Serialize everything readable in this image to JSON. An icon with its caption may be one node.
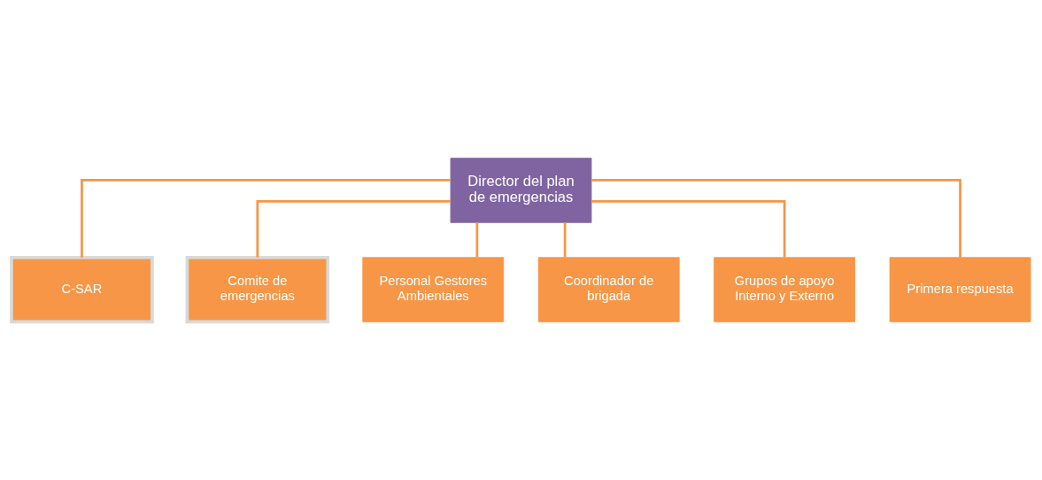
{
  "diagram": {
    "nodes": [
      {
        "text": [
          "Director del plan de emergencias"
        ]
      },
      {
        "text": [
          "C-SAR"
        ]
      },
      {
        "text": [
          "Comite de emergencias"
        ]
      },
      {
        "text": [
          "Personal Gestores Ambientales"
        ]
      },
      {
        "text": [
          "Coordinador de brigada"
        ]
      },
      {
        "text": [
          "Grupos de apoyo Interno y Externo"
        ]
      },
      {
        "text": [
          "Primera respuesta"
        ]
      }
    ],
    "edges": [
      {
        "from": 0,
        "to": 1,
        "arrow": "none"
      },
      {
        "from": 0,
        "to": 2,
        "arrow": "none"
      },
      {
        "from": 0,
        "to": 3,
        "arrow": "none"
      },
      {
        "from": 0,
        "to": 4,
        "arrow": "none"
      },
      {
        "from": 0,
        "to": 5,
        "arrow": "none"
      },
      {
        "from": 0,
        "to": 6,
        "arrow": "none"
      }
    ]
  }
}
